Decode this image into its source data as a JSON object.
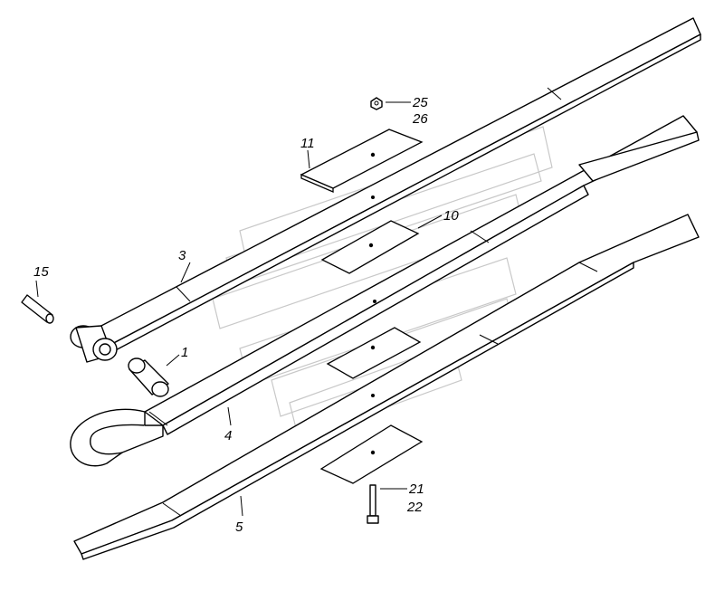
{
  "callouts": {
    "p1": "1",
    "p3": "3",
    "p4": "4",
    "p5": "5",
    "p10": "10",
    "p11": "11",
    "p15": "15",
    "p21": "21",
    "p22": "22",
    "p25": "25",
    "p26": "26"
  }
}
